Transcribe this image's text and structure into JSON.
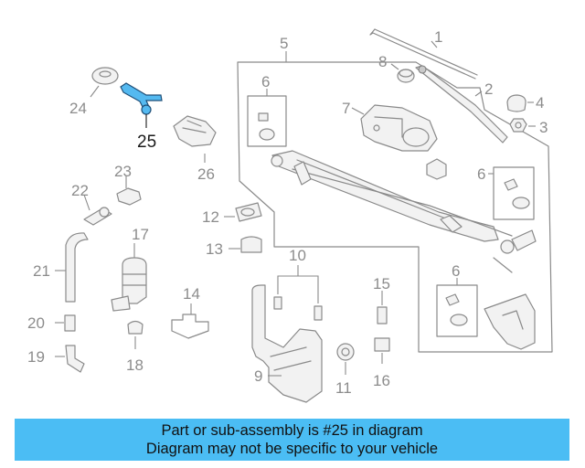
{
  "callouts": {
    "c1": "1",
    "c2": "2",
    "c3": "3",
    "c4": "4",
    "c5": "5",
    "c6a": "6",
    "c6b": "6",
    "c6c": "6",
    "c7": "7",
    "c8": "8",
    "c9": "9",
    "c10": "10",
    "c11": "11",
    "c12": "12",
    "c13": "13",
    "c14": "14",
    "c15": "15",
    "c16": "16",
    "c17": "17",
    "c18": "18",
    "c19": "19",
    "c20": "20",
    "c21": "21",
    "c22": "22",
    "c23": "23",
    "c24": "24",
    "c25": "25",
    "c26": "26"
  },
  "highlight": {
    "part_number": "25",
    "color": "#54b9f0"
  },
  "banner": {
    "line1": "Part or sub-assembly is #25 in diagram",
    "line2": "Diagram may not be specific to your vehicle",
    "color": "#4bbdf4"
  }
}
